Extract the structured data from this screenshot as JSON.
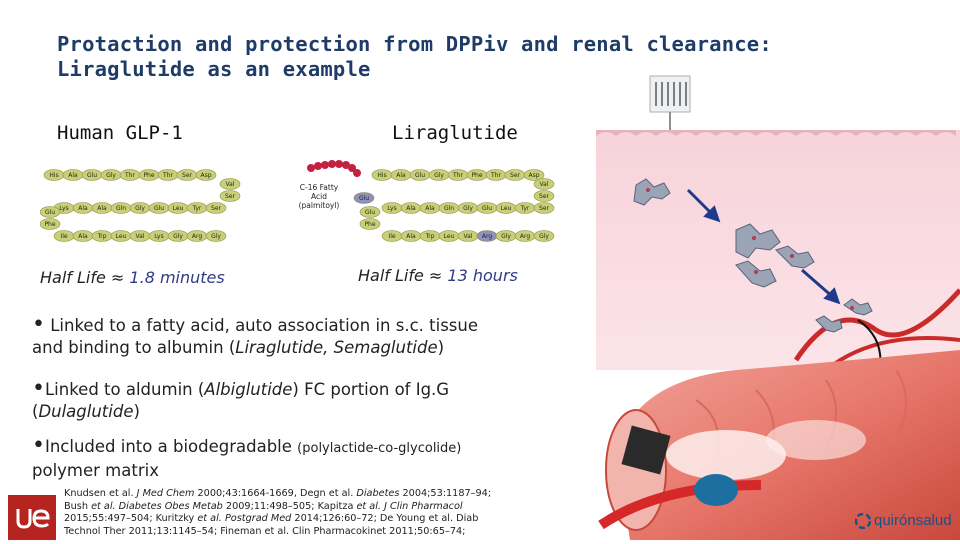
{
  "title_line1": "Protaction and protection from DPPiv and renal clearance:",
  "title_line2": "Liraglutide as an example",
  "left_label": "Human GLP-1",
  "right_label": "Liraglutide",
  "left_half_life": {
    "prefix": "Half Life ≈ ",
    "value": "1.8 minutes"
  },
  "right_half_life": {
    "prefix": "Half Life ≈ ",
    "value": "13 hours"
  },
  "fatty_acid": {
    "line1": "C-16  Fatty",
    "line2": "Acid",
    "line3": "(palmitoyl)"
  },
  "glp1_row1": [
    "His",
    "Ala",
    "Glu",
    "Gly",
    "Thr",
    "Phe",
    "Thr",
    "Ser",
    "Asp"
  ],
  "glp1_row2": [
    "Lys",
    "Ala",
    "Ala",
    "Gln",
    "Gly",
    "Glu",
    "Leu",
    "Tyr",
    "Ser"
  ],
  "glp1_row3": [
    "Ile",
    "Ala",
    "Trp",
    "Leu",
    "Val",
    "Lys",
    "Gly",
    "Arg",
    "Gly"
  ],
  "glp1_side": [
    "Val",
    "Ser",
    "Glu",
    "Phe"
  ],
  "lira_row1": [
    "His",
    "Ala",
    "Glu",
    "Gly",
    "Thr",
    "Phe",
    "Thr",
    "Ser",
    "Asp"
  ],
  "lira_row2": [
    "Lys",
    "Ala",
    "Ala",
    "Gln",
    "Gly",
    "Glu",
    "Leu",
    "Tyr",
    "Ser"
  ],
  "lira_row3": [
    "Ile",
    "Ala",
    "Trp",
    "Leu",
    "Val",
    "Arg",
    "Gly",
    "Arg",
    "Gly"
  ],
  "lira_side": [
    "Val",
    "Ser",
    "Glu",
    "Glu",
    "Phe"
  ],
  "bullets": {
    "b1_text": "Linked to a fatty acid, auto association in s.c. tissue",
    "b1_line2_pre": "and binding to albumin (",
    "b1_line2_italic": "Liraglutide, Semaglutide",
    "b1_line2_post": ")",
    "b2_pre": "Linked to aldumin (",
    "b2_italic1": "Albiglutide",
    "b2_mid": ") FC portion of Ig.G",
    "b2_line2_pre": "(",
    "b2_italic2": "Dulaglutide",
    "b2_line2_post": ")",
    "b3_text": "Included into a biodegradable ",
    "b3_small": "(polylactide-co-glycolide)",
    "b3_line2": "polymer matrix"
  },
  "refs": {
    "r1a": "Knudsen et al. ",
    "r1b": "J Med Chem",
    "r1c": " 2000;43:1664-1669, Degn et al. ",
    "r1d": "Diabetes",
    "r1e": " 2004;53:1187–94;",
    "r2a": "Bush ",
    "r2b": "et al. Diabetes Obes Metab",
    "r2c": " 2009;11:498–505; Kapitza ",
    "r2d": "et al. J Clin Pharmacol",
    "r3a": "2015;55:497–504; Kuritzky ",
    "r3b": "et al. Postgrad Med",
    "r3c": " 2014;126:60–72; De Young et al. Diab",
    "r4": "Technol Ther 2011;13:1145–54; Fineman et al. Clin Pharmacokinet 2011;50:65–74;"
  },
  "brand": "quirónsalud",
  "colors": {
    "title": "#1f3c68",
    "accent": "#2f3b85",
    "residue": "#c8cf78",
    "brand": "#1d4f8a"
  }
}
